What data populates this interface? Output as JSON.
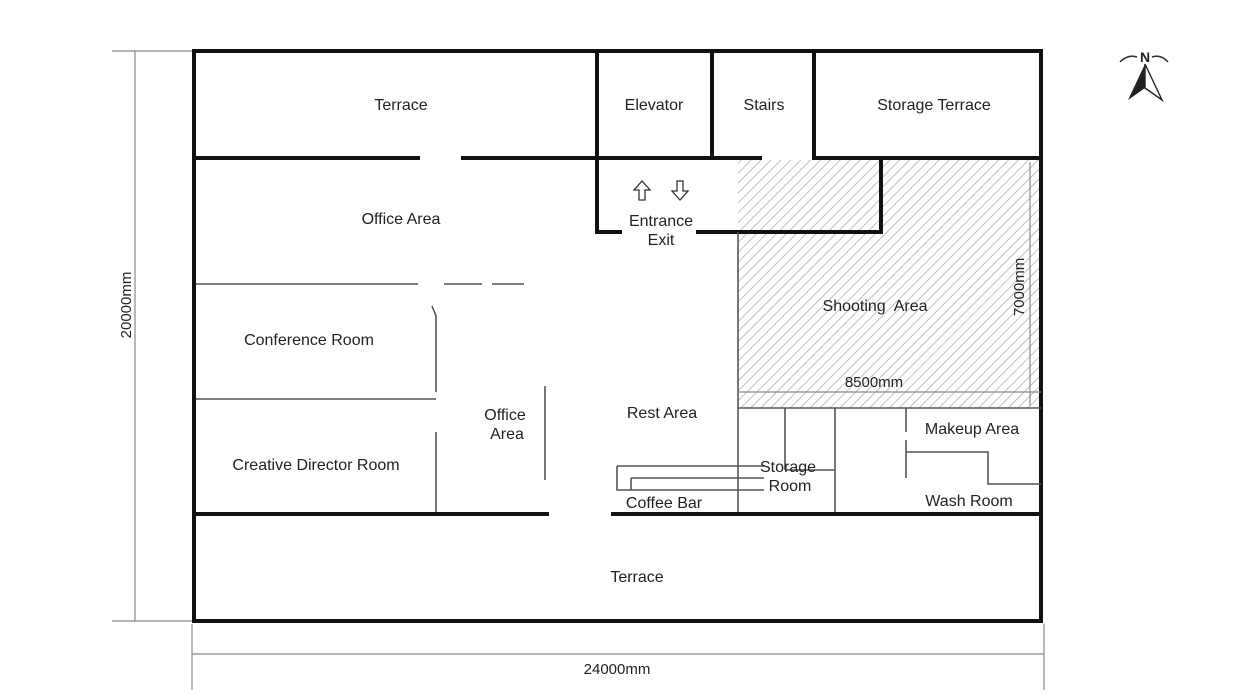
{
  "rooms": {
    "terrace_north": "Terrace",
    "elevator": "Elevator",
    "stairs": "Stairs",
    "storage_terrace": "Storage Terrace",
    "office_area_main": "Office Area",
    "entrance": "Entrance",
    "exit": "Exit",
    "shooting_area": "Shooting  Area",
    "conference_room": "Conference Room",
    "office_area_small_line1": "Office",
    "office_area_small_line2": "Area",
    "rest_area": "Rest Area",
    "makeup_area": "Makeup Area",
    "creative_director_room": "Creative Director Room",
    "storage_room_line1": "Storage",
    "storage_room_line2": "Room",
    "wash_room": "Wash Room",
    "coffee_bar": "Coffee Bar",
    "terrace_south": "Terrace"
  },
  "dimensions": {
    "total_width": "24000mm",
    "total_height": "20000mm",
    "shooting_width": "8500mm",
    "shooting_height": "7000mm"
  },
  "compass": {
    "label": "N",
    "icon": "north-arrow-icon"
  },
  "colors": {
    "wall": "#111111",
    "hatch": "#9a9a9a"
  }
}
